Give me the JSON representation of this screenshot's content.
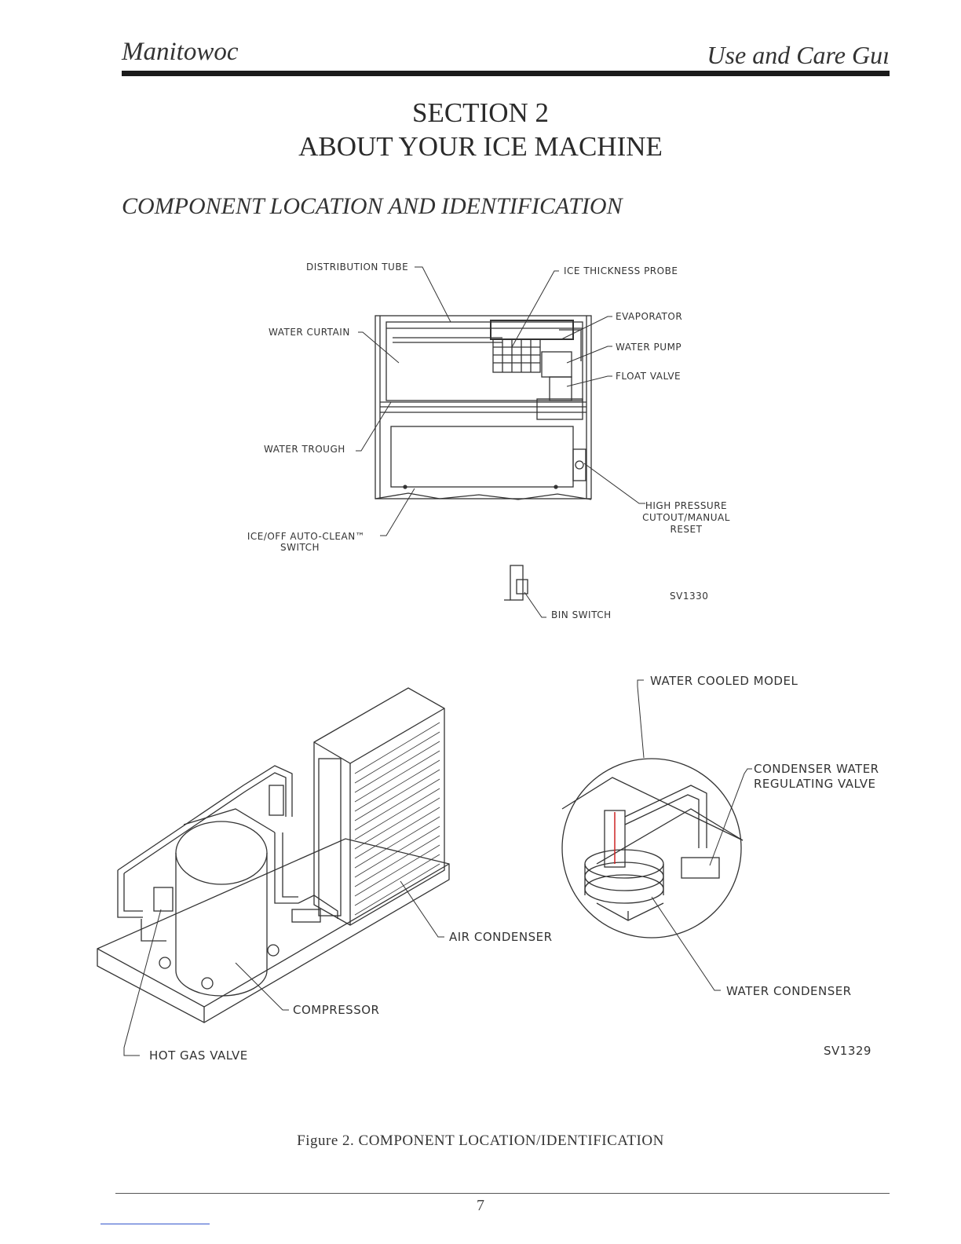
{
  "header": {
    "brand": "Manitowoc",
    "guide_title": "Use and Care Guı"
  },
  "section": {
    "number": "SECTION 2",
    "title": "ABOUT YOUR ICE MACHINE"
  },
  "subheading": "COMPONENT LOCATION AND IDENTIFICATION",
  "figure_top": {
    "labels": {
      "distribution_tube": "DISTRIBUTION TUBE",
      "ice_thickness_probe": "ICE THICKNESS PROBE",
      "evaporator": "EVAPORATOR",
      "water_curtain": "WATER CURTAIN",
      "water_pump": "WATER PUMP",
      "float_valve": "FLOAT VALVE",
      "water_trough": "WATER TROUGH",
      "high_pressure_1": "HIGH PRESSURE",
      "high_pressure_2": "CUTOUT/MANUAL",
      "high_pressure_3": "RESET",
      "ice_off_1": "ICE/OFF AUTO-CLEAN™",
      "ice_off_2": "SWITCH",
      "bin_switch": "BIN SWITCH",
      "ref_code": "SV1330"
    }
  },
  "figure_bottom": {
    "labels": {
      "water_cooled_model": "WATER COOLED MODEL",
      "condenser_water_1": "CONDENSER WATER",
      "condenser_water_2": "REGULATING VALVE",
      "air_condenser": "AIR CONDENSER",
      "water_condenser": "WATER CONDENSER",
      "compressor": "COMPRESSOR",
      "hot_gas_valve": "HOT GAS VALVE",
      "ref_code": "SV1329"
    }
  },
  "caption": "Figure 2. COMPONENT LOCATION/IDENTIFICATION",
  "page_number": "7"
}
